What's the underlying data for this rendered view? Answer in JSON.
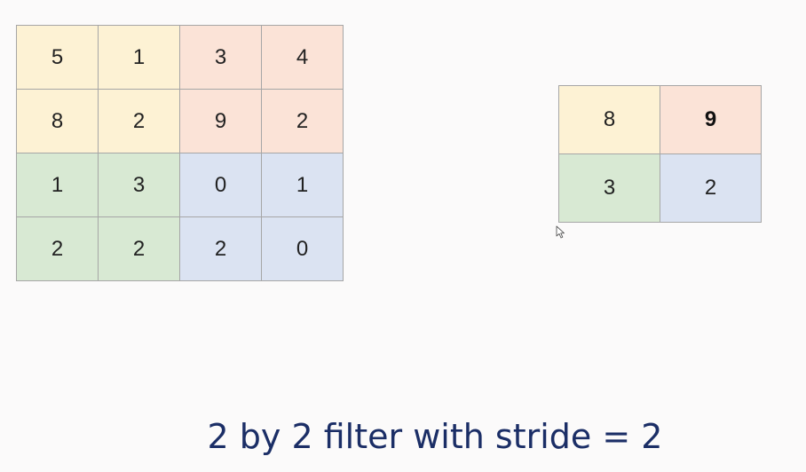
{
  "colors": {
    "yellow": "#fdf2d4",
    "orange": "#fbe3d7",
    "green": "#d8e9d3",
    "blue": "#dbe3f2",
    "caption": "#1b2e66"
  },
  "input_matrix": {
    "rows": [
      [
        "5",
        "1",
        "3",
        "4"
      ],
      [
        "8",
        "2",
        "9",
        "2"
      ],
      [
        "1",
        "3",
        "0",
        "1"
      ],
      [
        "2",
        "2",
        "2",
        "0"
      ]
    ],
    "quadrant_colors": [
      [
        "yellow",
        "yellow",
        "orange",
        "orange"
      ],
      [
        "yellow",
        "yellow",
        "orange",
        "orange"
      ],
      [
        "green",
        "green",
        "blue",
        "blue"
      ],
      [
        "green",
        "green",
        "blue",
        "blue"
      ]
    ]
  },
  "output_matrix": {
    "rows": [
      [
        "8",
        "9"
      ],
      [
        "3",
        "2"
      ]
    ],
    "quadrant_colors": [
      [
        "yellow",
        "orange"
      ],
      [
        "green",
        "blue"
      ]
    ],
    "bold_cells": [
      "0,1"
    ]
  },
  "caption": "2 by 2 filter with stride = 2",
  "cursor_icon": "mouse-pointer-icon"
}
